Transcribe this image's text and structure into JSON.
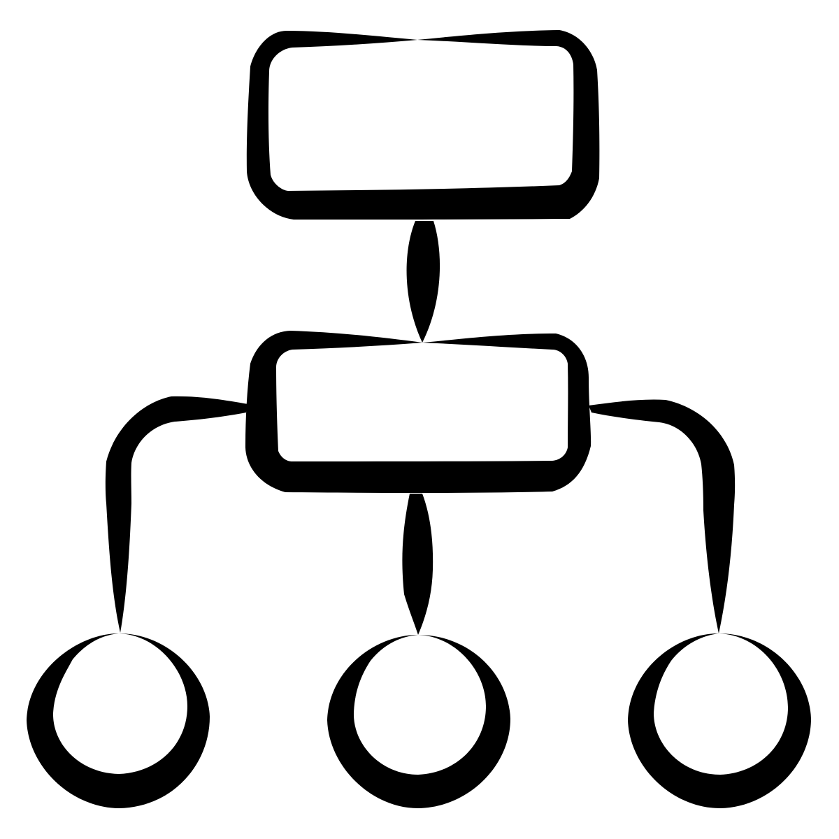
{
  "diagram": {
    "type": "hierarchy-icon",
    "style": "hand-drawn brush strokes",
    "colors": {
      "stroke": "#000000",
      "background": "#ffffff"
    },
    "nodes": [
      {
        "id": "top",
        "shape": "rounded-rectangle",
        "level": 1,
        "label": ""
      },
      {
        "id": "middle",
        "shape": "rounded-rectangle",
        "level": 2,
        "label": ""
      },
      {
        "id": "left",
        "shape": "circle",
        "level": 3,
        "label": ""
      },
      {
        "id": "center",
        "shape": "circle",
        "level": 3,
        "label": ""
      },
      {
        "id": "right",
        "shape": "circle",
        "level": 3,
        "label": ""
      }
    ],
    "edges": [
      {
        "from": "top",
        "to": "middle"
      },
      {
        "from": "middle",
        "to": "left"
      },
      {
        "from": "middle",
        "to": "center"
      },
      {
        "from": "middle",
        "to": "right"
      }
    ]
  }
}
